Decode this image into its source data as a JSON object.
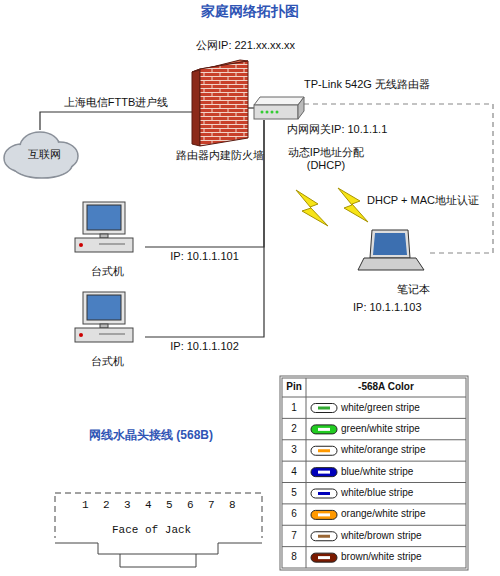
{
  "diagram": {
    "title": "家庭网络拓扑图",
    "nodes": [
      {
        "text": [
          "互联网"
        ]
      },
      {
        "text": [
          "路由器内建防火墙"
        ]
      },
      {
        "text": [
          "TP-Link 542G 无线路由器"
        ]
      },
      {
        "text": [
          "台式机"
        ]
      },
      {
        "text": [
          "台式机"
        ]
      },
      {
        "text": [
          "笔记本"
        ]
      }
    ],
    "edges": [
      {
        "from": 0,
        "to": 1,
        "arrow": "none",
        "label": "上海电信FTTB进户线"
      },
      {
        "from": 1,
        "to": 2,
        "arrow": "none"
      },
      {
        "from": 2,
        "to": 3,
        "arrow": "none",
        "label": "IP: 10.1.1.101"
      },
      {
        "from": 2,
        "to": 4,
        "arrow": "none",
        "label": "IP: 10.1.1.102"
      },
      {
        "from": 2,
        "to": 5,
        "arrow": "none"
      }
    ],
    "labels": [
      "公网IP: 221.xx.xx.xx",
      "内网网关IP: 10.1.1.1",
      "动态IP地址分配 (DHCP)",
      "DHCP + MAC地址认证",
      "IP: 10.1.1.103",
      "网线水晶头接线 (568B)",
      "1",
      "2",
      "3",
      "4",
      "5",
      "6",
      "7",
      "8",
      "Face of Jack",
      "Pin",
      "-568A Color",
      "1",
      "white/green stripe",
      "2",
      "green/white stripe",
      "3",
      "white/orange stripe",
      "4",
      "blue/white stripe",
      "5",
      "white/blue stripe",
      "6",
      "orange/white stripe",
      "7",
      "white/brown stripe",
      "8",
      "brown/white stripe"
    ]
  }
}
